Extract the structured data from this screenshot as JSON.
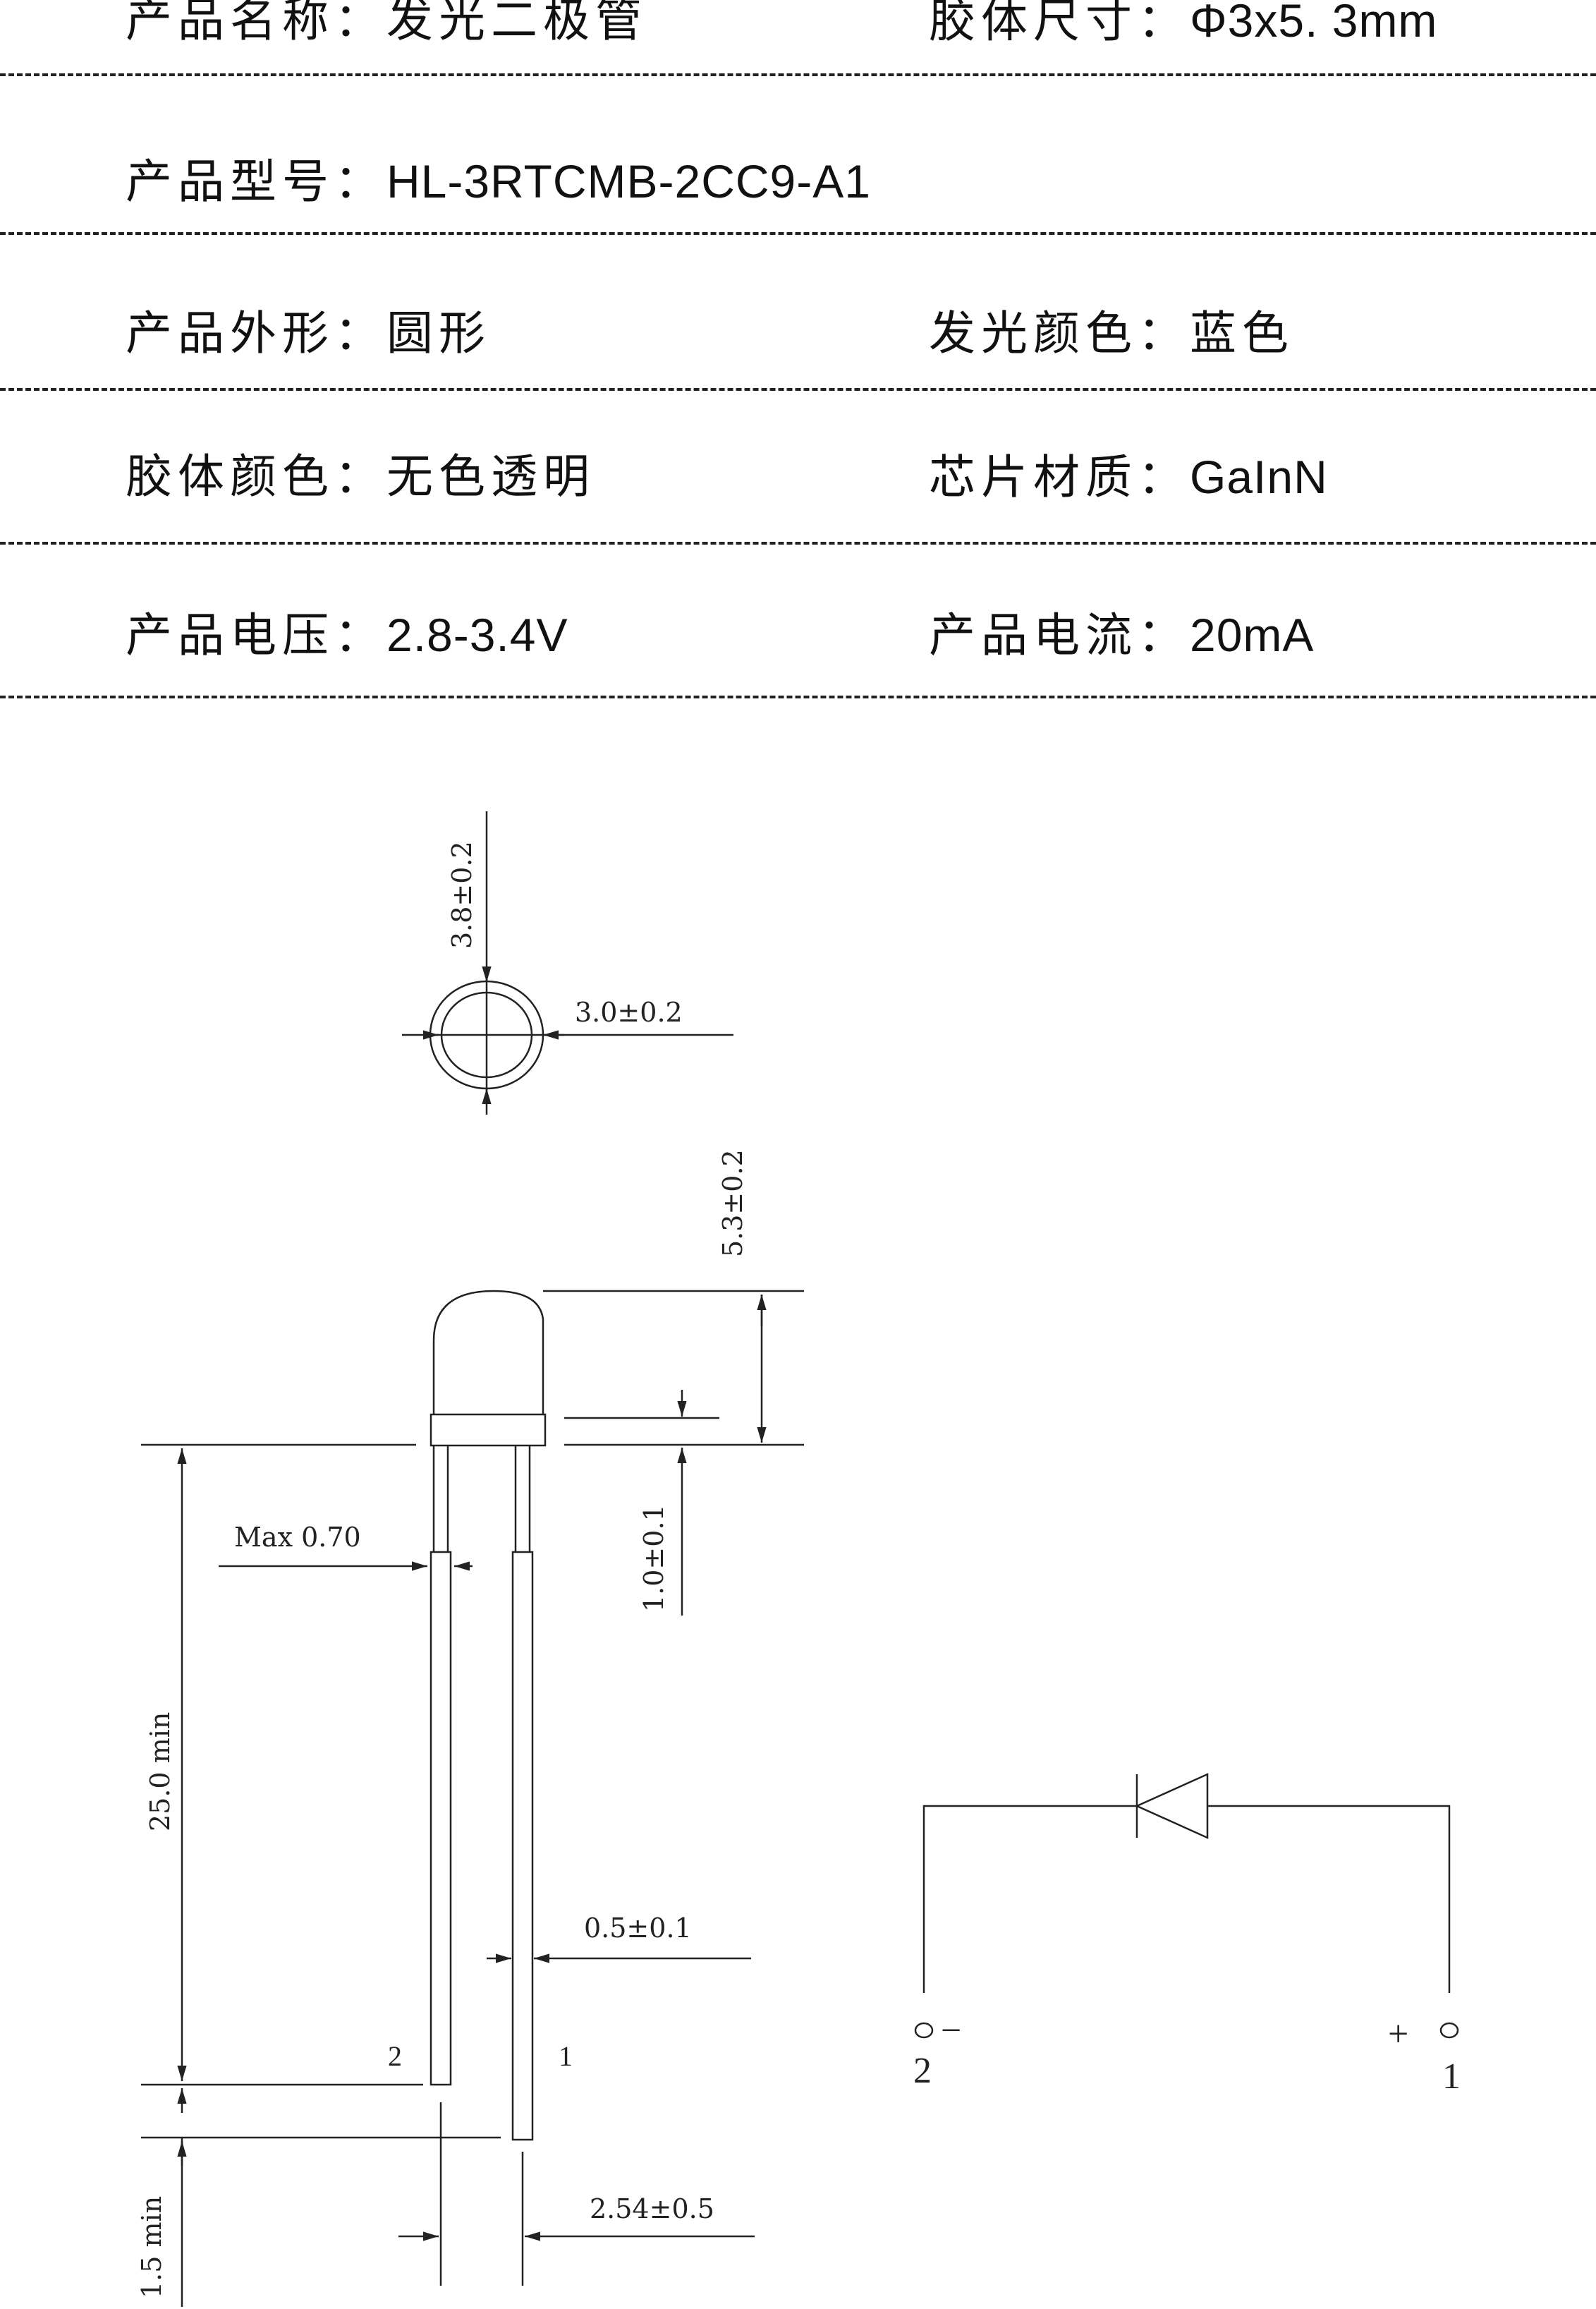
{
  "specs": {
    "product_name": {
      "label": "产品名称：",
      "value": "发光二极管"
    },
    "body_size": {
      "label": "胶体尺寸：",
      "value": "Φ3x5. 3mm"
    },
    "model": {
      "label": "产品型号：",
      "value": "HL-3RTCMB-2CC9-A1"
    },
    "shape": {
      "label": "产品外形：",
      "value": "圆形"
    },
    "emit_color": {
      "label": "发光颜色：",
      "value": "蓝色"
    },
    "body_color": {
      "label": "胶体颜色：",
      "value": "无色透明"
    },
    "chip_material": {
      "label": "芯片材质：",
      "value": "GaInN"
    },
    "voltage": {
      "label": "产品电压：",
      "value": "2.8-3.4V"
    },
    "current": {
      "label": "产品电流：",
      "value": "20mA"
    }
  },
  "dimensions": {
    "flange_diameter": "3.8±0.2",
    "lens_diameter": "3.0±0.2",
    "lens_height": "5.3±0.2",
    "flange_height": "1.0±0.1",
    "lead_max": "Max 0.70",
    "lead_length": "25.0 min",
    "lead_width": "0.5±0.1",
    "lead_offset": "1.5 min",
    "pitch": "2.54±0.5"
  },
  "pins": {
    "outline_left": "2",
    "outline_right": "1",
    "schematic_left": "2",
    "schematic_right": "1",
    "minus_sign": "−",
    "plus_sign": "+"
  },
  "colors": {
    "line": "#222222",
    "text": "#111111"
  }
}
